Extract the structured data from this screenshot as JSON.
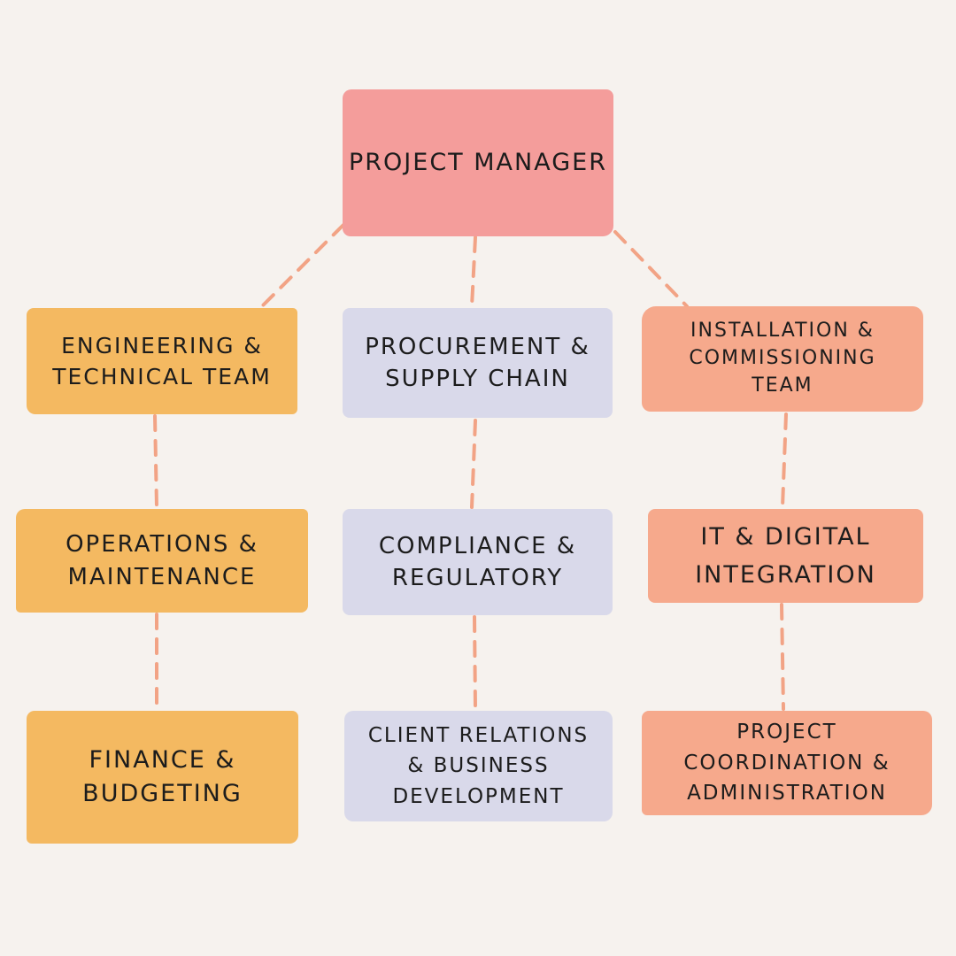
{
  "colors": {
    "background": "#f6f2ee",
    "root": "#f49d9b",
    "column_left": "#f4b961",
    "column_middle": "#d9d9ea",
    "column_right": "#f6a98c",
    "connector": "#f2a385",
    "text": "#1c1c1c"
  },
  "root": {
    "label": "PROJECT MANAGER"
  },
  "columns": {
    "left": [
      {
        "label": "ENGINEERING &\nTECHNICAL TEAM"
      },
      {
        "label": "OPERATIONS &\nMAINTENANCE"
      },
      {
        "label": "FINANCE &\nBUDGETING"
      }
    ],
    "middle": [
      {
        "label": "PROCUREMENT &\nSUPPLY CHAIN"
      },
      {
        "label": "COMPLIANCE &\nREGULATORY"
      },
      {
        "label": "CLIENT RELATIONS\n& BUSINESS\nDEVELOPMENT"
      }
    ],
    "right": [
      {
        "label": "INSTALLATION &\nCOMMISSIONING\nTEAM"
      },
      {
        "label": "IT & DIGITAL\nINTEGRATION"
      },
      {
        "label": "PROJECT\nCOORDINATION &\nADMINISTRATION"
      }
    ]
  }
}
